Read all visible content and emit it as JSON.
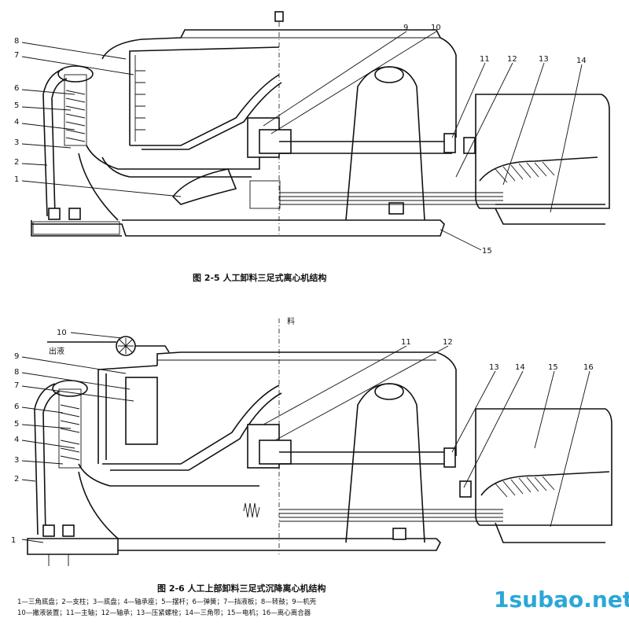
{
  "figure1": {
    "caption": "图 2-5   人工卸料三足式离心机结构",
    "labels": [
      "1",
      "2",
      "3",
      "4",
      "5",
      "6",
      "7",
      "8",
      "9",
      "10",
      "11",
      "12",
      "13",
      "14",
      "15"
    ]
  },
  "figure2": {
    "caption": "图 2-6   人工上部卸料三足式沉降离心机结构",
    "top_label_feed": "料",
    "top_label_out": "出液",
    "labels": [
      "1",
      "2",
      "3",
      "4",
      "5",
      "6",
      "7",
      "8",
      "9",
      "10",
      "11",
      "12",
      "13",
      "14",
      "15",
      "16"
    ],
    "legend_line1": "1—三角底盘；2—支柱；3—底盘；4—轴承座；5—摆杆；6—弹簧；7—挡液板；8—转鼓；9—机壳",
    "legend_line2": "10—撇液装置；11—主轴；12—轴承；13—压紧螺栓；14—三角带；15—电机；16—离心离合器"
  },
  "watermark": "1subao.net"
}
